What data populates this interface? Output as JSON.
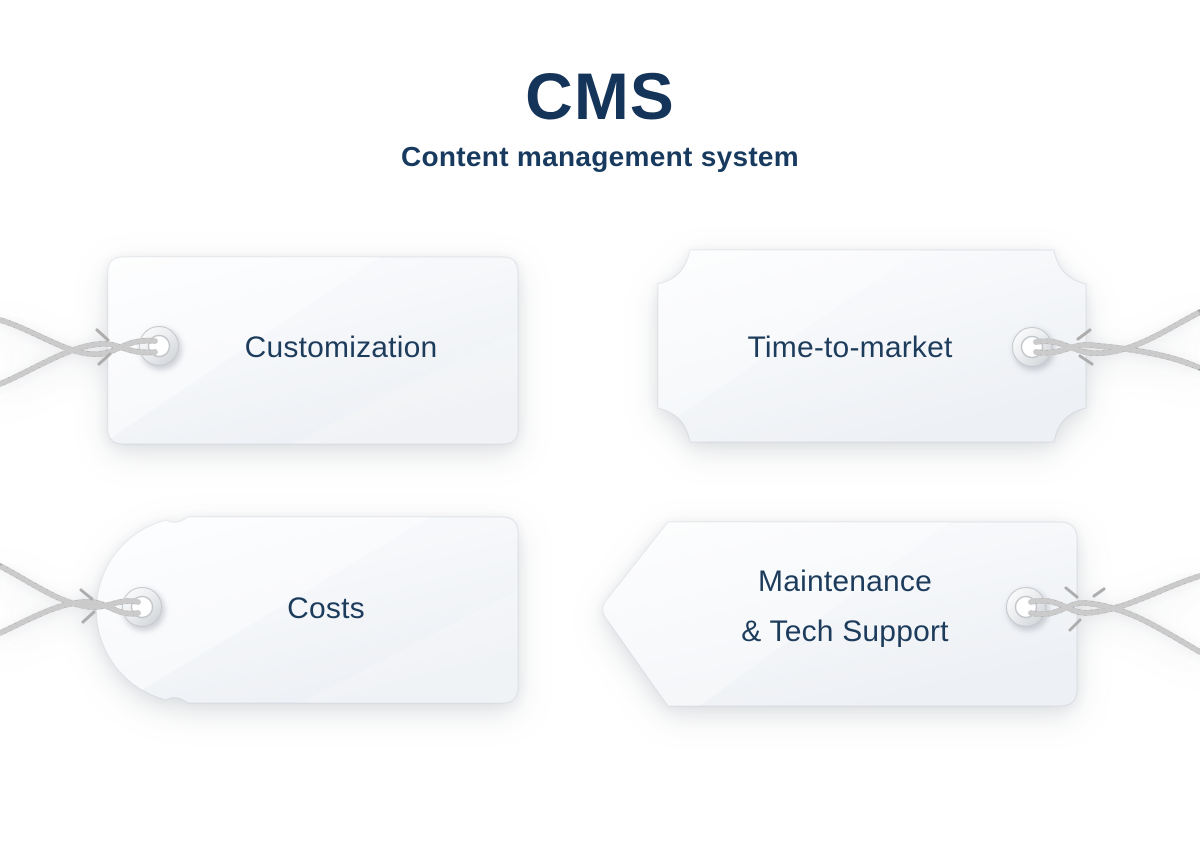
{
  "header": {
    "title": "CMS",
    "subtitle": "Content management system"
  },
  "tags": [
    {
      "id": "customization",
      "label": "Customization",
      "shape": "rounded-rectangle",
      "string_side": "left"
    },
    {
      "id": "time-to-market",
      "label": "Time-to-market",
      "shape": "notched-ticket",
      "string_side": "right"
    },
    {
      "id": "costs",
      "label": "Costs",
      "shape": "round-end-luggage-tag",
      "string_side": "left"
    },
    {
      "id": "maintenance-tech-support",
      "label": "Maintenance & Tech Support",
      "lines": [
        "Maintenance",
        "& Tech Support"
      ],
      "shape": "pointed-pennant",
      "string_side": "right"
    }
  ],
  "colors": {
    "background": "#ffffff",
    "heading_text": "#15345a",
    "label_text": "#1d3c5c",
    "tag_fill_light": "#fcfdfe",
    "tag_fill_dark": "#edf0f4",
    "string": "#a2a2a2",
    "eyelet_ring": "#d3d6d9"
  }
}
